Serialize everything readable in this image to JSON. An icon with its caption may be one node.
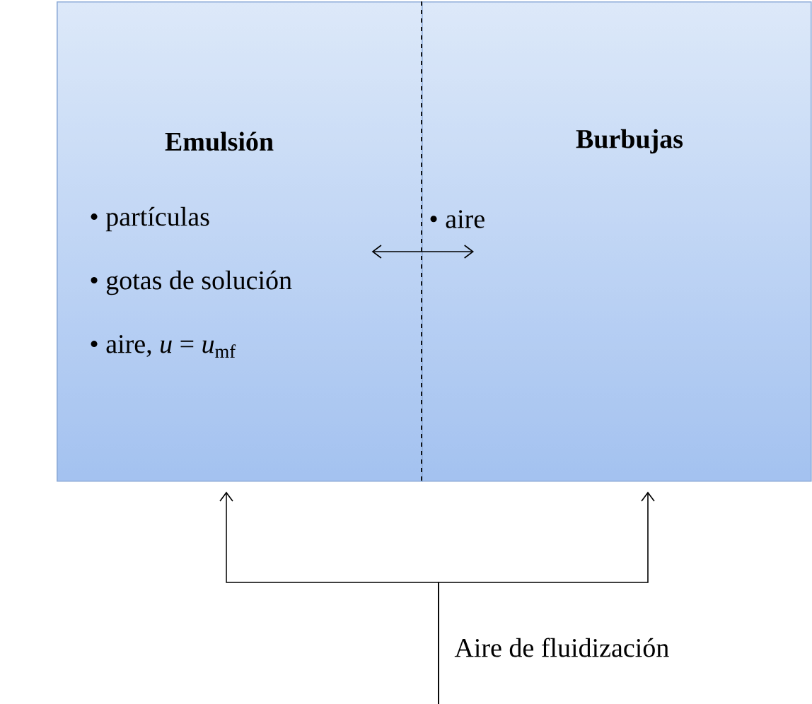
{
  "diagram": {
    "nodes": [
      {
        "text": [
          "Emulsión",
          "• partículas",
          "• gotas de solución",
          "• aire, *u* = *u*$_{mf}$"
        ]
      },
      {
        "text": [
          "Burbujas",
          "• aire"
        ]
      }
    ],
    "edges": [
      {
        "from": 0,
        "to": 1,
        "arrow": "both"
      },
      {
        "from": null,
        "to": 0,
        "arrow": "to",
        "label": "Aire de fluidización"
      },
      {
        "from": null,
        "to": 1,
        "arrow": "to"
      }
    ]
  }
}
